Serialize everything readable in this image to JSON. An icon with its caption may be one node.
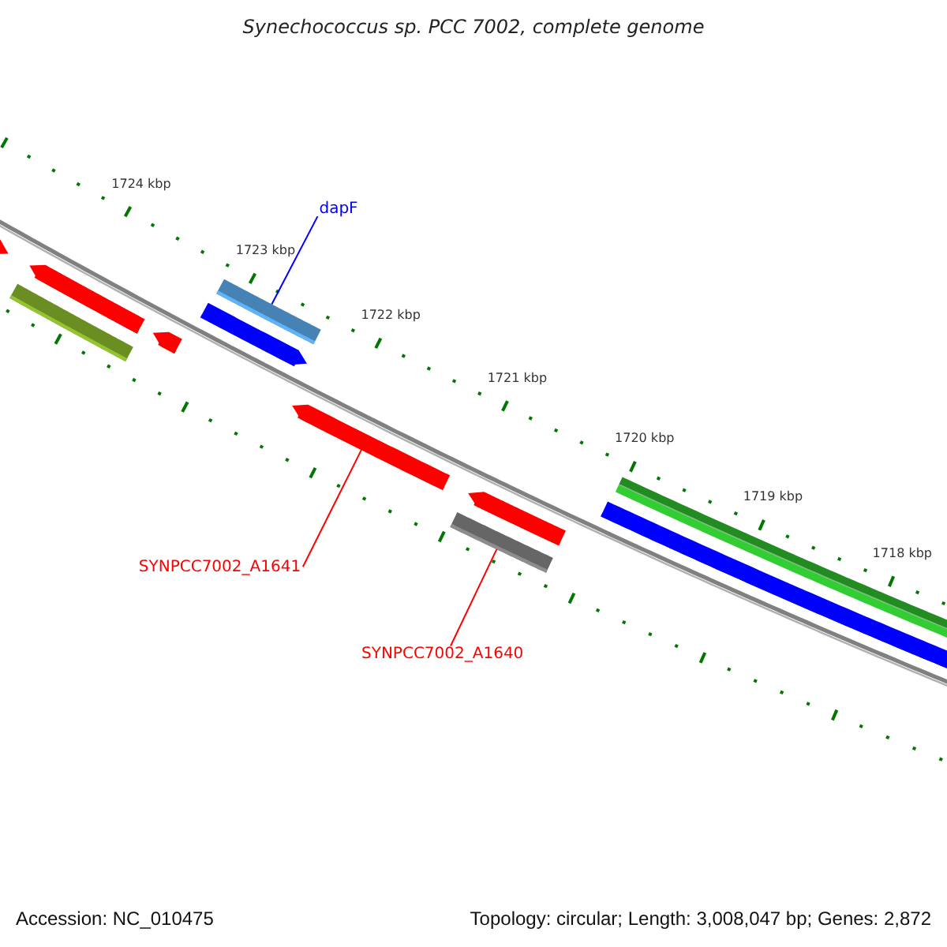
{
  "diagram": {
    "title": "Synechococcus sp. PCC 7002, complete genome",
    "nodes": [
      {
        "text": [
          "dapF"
        ]
      },
      {
        "text": [],
        "shape": "bar"
      },
      {
        "text": [
          "SYNPCC7002_A1641"
        ]
      },
      {
        "text": [],
        "shape": "bar"
      },
      {
        "text": [
          "SYNPCC7002_A1640"
        ]
      },
      {
        "text": [],
        "shape": "bar"
      }
    ],
    "edges": [
      {
        "from": 0,
        "to": 1,
        "arrow": "none",
        "color": "#0000ff"
      },
      {
        "from": 2,
        "to": 3,
        "arrow": "none"
      },
      {
        "from": 4,
        "to": 5,
        "arrow": "none"
      }
    ],
    "labels": [
      "1724 kbp",
      "1723 kbp",
      "1722 kbp",
      "1721 kbp",
      "1720 kbp",
      "1719 kbp",
      "1718 kbp",
      "Accession: NC_010475",
      "Topology: circular; Length: 3,008,047 bp; Genes: 2,872"
    ]
  }
}
